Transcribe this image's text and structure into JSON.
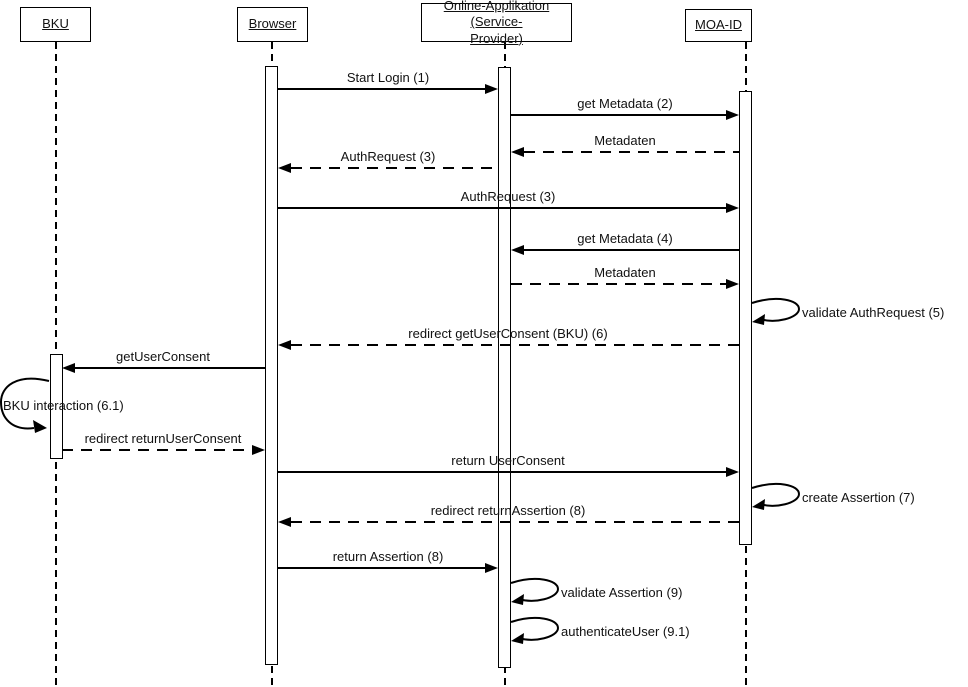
{
  "diagram": {
    "type": "uml-sequence",
    "actors": {
      "bku": {
        "label": "BKU"
      },
      "browser": {
        "label": "Browser"
      },
      "oa": {
        "label": "Online-Applikation (Service-Provider)",
        "label_line1": "Online-Applikation (Service-",
        "label_line2": "Provider)"
      },
      "moaid": {
        "label": "MOA-ID"
      }
    },
    "colors": {
      "line": "#000000",
      "background": "#ffffff",
      "text": "#111111"
    },
    "messages": [
      {
        "label": "Start Login (1)",
        "from": "browser",
        "to": "oa",
        "style": "solid"
      },
      {
        "label": "get Metadata (2)",
        "from": "oa",
        "to": "moaid",
        "style": "solid"
      },
      {
        "label": "Metadaten",
        "from": "moaid",
        "to": "oa",
        "style": "dashed"
      },
      {
        "label": "AuthRequest (3)",
        "from": "oa",
        "to": "browser",
        "style": "dashed"
      },
      {
        "label": "AuthRequest (3)",
        "from": "browser",
        "to": "moaid",
        "style": "solid"
      },
      {
        "label": "get Metadata (4)",
        "from": "moaid",
        "to": "oa",
        "style": "solid"
      },
      {
        "label": "Metadaten",
        "from": "oa",
        "to": "moaid",
        "style": "dashed"
      },
      {
        "label": "validate AuthRequest (5)",
        "from": "moaid",
        "to": "moaid",
        "style": "self"
      },
      {
        "label": "redirect getUserConsent (BKU) (6)",
        "from": "moaid",
        "to": "browser",
        "style": "dashed"
      },
      {
        "label": "getUserConsent",
        "from": "browser",
        "to": "bku",
        "style": "solid"
      },
      {
        "label": "BKU interaction (6.1)",
        "from": "bku",
        "to": "bku",
        "style": "self"
      },
      {
        "label": "redirect returnUserConsent",
        "from": "bku",
        "to": "browser",
        "style": "dashed"
      },
      {
        "label": "return UserConsent",
        "from": "browser",
        "to": "moaid",
        "style": "solid"
      },
      {
        "label": "create Assertion (7)",
        "from": "moaid",
        "to": "moaid",
        "style": "self"
      },
      {
        "label": "redirect returnAssertion (8)",
        "from": "moaid",
        "to": "browser",
        "style": "dashed"
      },
      {
        "label": "return Assertion (8)",
        "from": "browser",
        "to": "oa",
        "style": "solid"
      },
      {
        "label": "validate Assertion (9)",
        "from": "oa",
        "to": "oa",
        "style": "self"
      },
      {
        "label": "authenticateUser (9.1)",
        "from": "oa",
        "to": "oa",
        "style": "self"
      }
    ]
  }
}
